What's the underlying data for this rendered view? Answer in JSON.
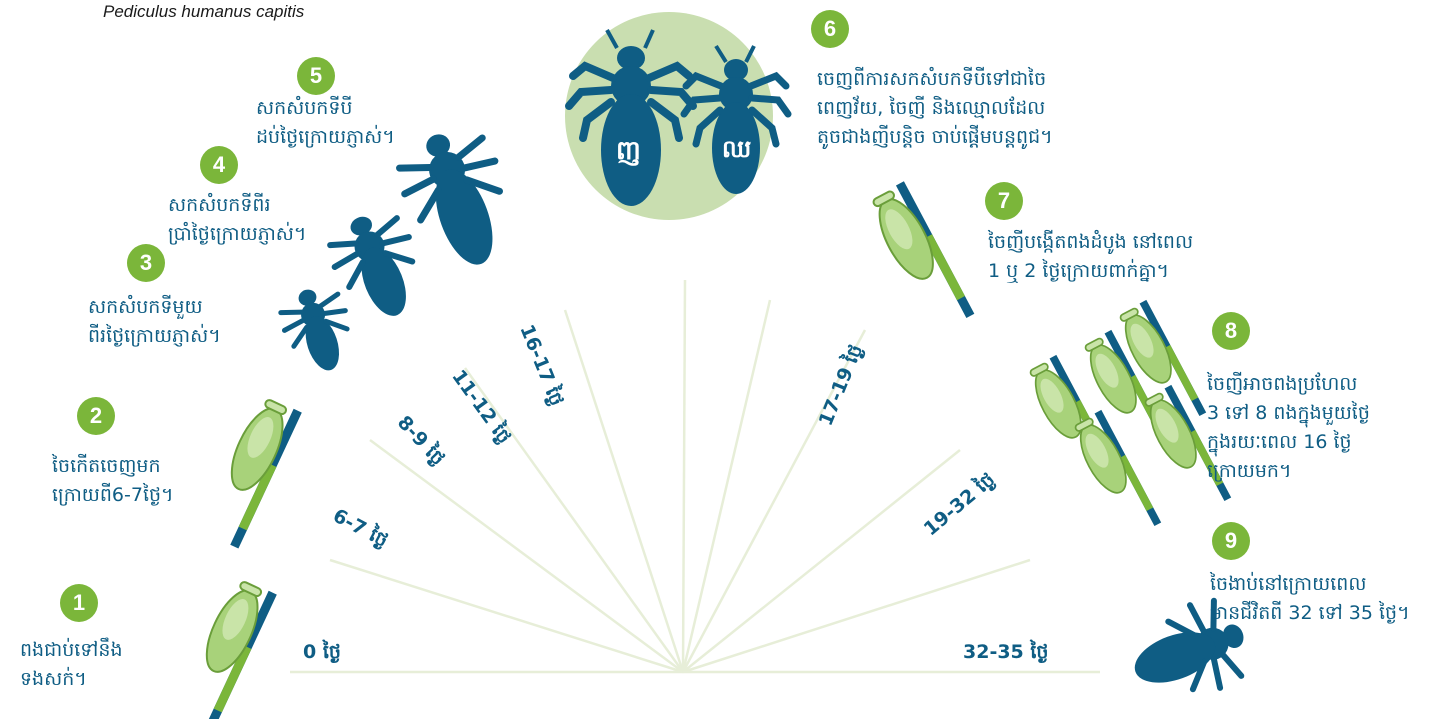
{
  "species": "Pediculus humanus capitis",
  "stages": [
    {
      "number": "1",
      "lines": [
        "ពងជាប់ទៅនឹង",
        "ទងសក់។"
      ]
    },
    {
      "number": "2",
      "lines": [
        "ចៃកើតចេញមក",
        "ក្រោយពី6-7ថ្ងៃ។"
      ]
    },
    {
      "number": "3",
      "lines": [
        "សកសំបកទីមួយ",
        "ពីរថ្ងៃក្រោយភ្ញាស់។"
      ]
    },
    {
      "number": "4",
      "lines": [
        "សកសំបកទីពីរ",
        "ប្រាំថ្ងៃក្រោយភ្ញាស់។"
      ]
    },
    {
      "number": "5",
      "lines": [
        "សកសំបកទីបី",
        "ដប់ថ្ងៃក្រោយភ្ញាស់។"
      ]
    },
    {
      "number": "6",
      "lines": [
        "ចេញពីការសកសំបកទីបីទៅជាចៃ",
        "ពេញវ័យ, ចៃញី និងឈ្មោលដែល",
        "តូចជាងញីបន្តិច ចាប់ផ្ដើមបន្តពូជ។"
      ]
    },
    {
      "number": "7",
      "lines": [
        "ចៃញីបង្កើតពងដំបូង នៅពេល",
        "1 ឬ 2 ថ្ងៃក្រោយពាក់គ្នា។"
      ]
    },
    {
      "number": "8",
      "lines": [
        "ចៃញីអាចពងប្រហែល",
        "3 ទៅ 8 ពងក្នុងមួយថ្ងៃ",
        "ក្នុងរយៈពេល 16 ថ្ងៃ",
        "ក្រោយមក។"
      ]
    },
    {
      "number": "9",
      "lines": [
        "ចៃងាប់នៅក្រោយពេល",
        "មានជីវិតពី 32 ទៅ 35 ថ្ងៃ។"
      ]
    }
  ],
  "timeline": [
    "0 ថ្ងៃ",
    "6-7 ថ្ងៃ",
    "8-9 ថ្ងៃ",
    "11-12 ថ្ងៃ",
    "16-17 ថ្ងៃ",
    "17-19 ថ្ងៃ",
    "19-32 ថ្ងៃ",
    "32-35 ថ្ងៃ"
  ],
  "sex_labels": {
    "female": "ញ",
    "male": "ឈ"
  },
  "colors": {
    "accent_green": "#7bb63a",
    "dark_blue": "#0f5d84",
    "light_green_circle": "#c9deb0",
    "egg_green": "#9fcd6d"
  }
}
